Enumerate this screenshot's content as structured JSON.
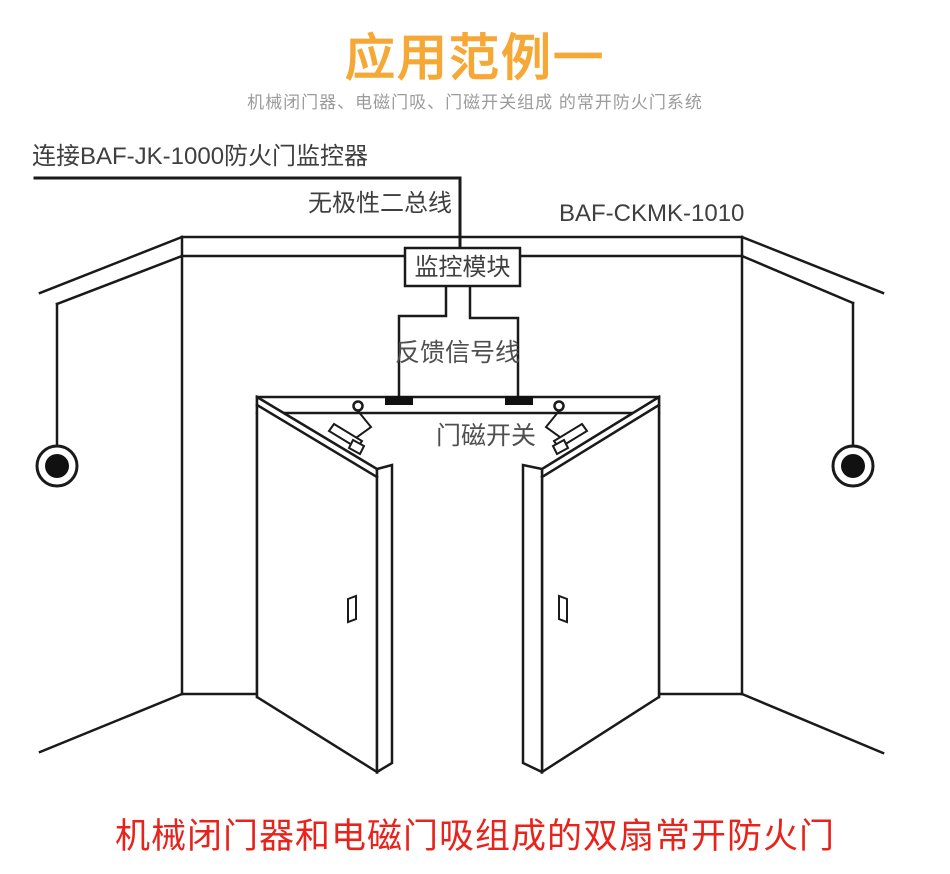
{
  "header": {
    "title": "应用范例一",
    "subtitle": "机械闭门器、电磁门吸、门磁开关组成 的常开防火门系统"
  },
  "diagram": {
    "labels": {
      "connect": "连接BAF-JK-1000防火门监控器",
      "bus": "无极性二总线",
      "model": "BAF-CKMK-1010",
      "module": "监控模块",
      "feedback": "反馈信号线",
      "door_switch": "门磁开关"
    },
    "icons": [
      {
        "name": "door-holder-left-icon",
        "meaning": "电磁门吸"
      },
      {
        "name": "door-holder-right-icon",
        "meaning": "电磁门吸"
      },
      {
        "name": "door-switch-left-icon",
        "meaning": "门磁开关"
      },
      {
        "name": "door-switch-right-icon",
        "meaning": "门磁开关"
      }
    ]
  },
  "footer": {
    "caption": "机械闭门器和电磁门吸组成的双扇常开防火门"
  },
  "colors": {
    "title_orange": "#f6a836",
    "subtitle_gray": "#9b9b9b",
    "label_dark_gray": "#3f3f3f",
    "label_mid_gray": "#4f4f4f",
    "caption_red": "#e8231c",
    "line_black": "#1a1a1a",
    "background": "#ffffff"
  }
}
